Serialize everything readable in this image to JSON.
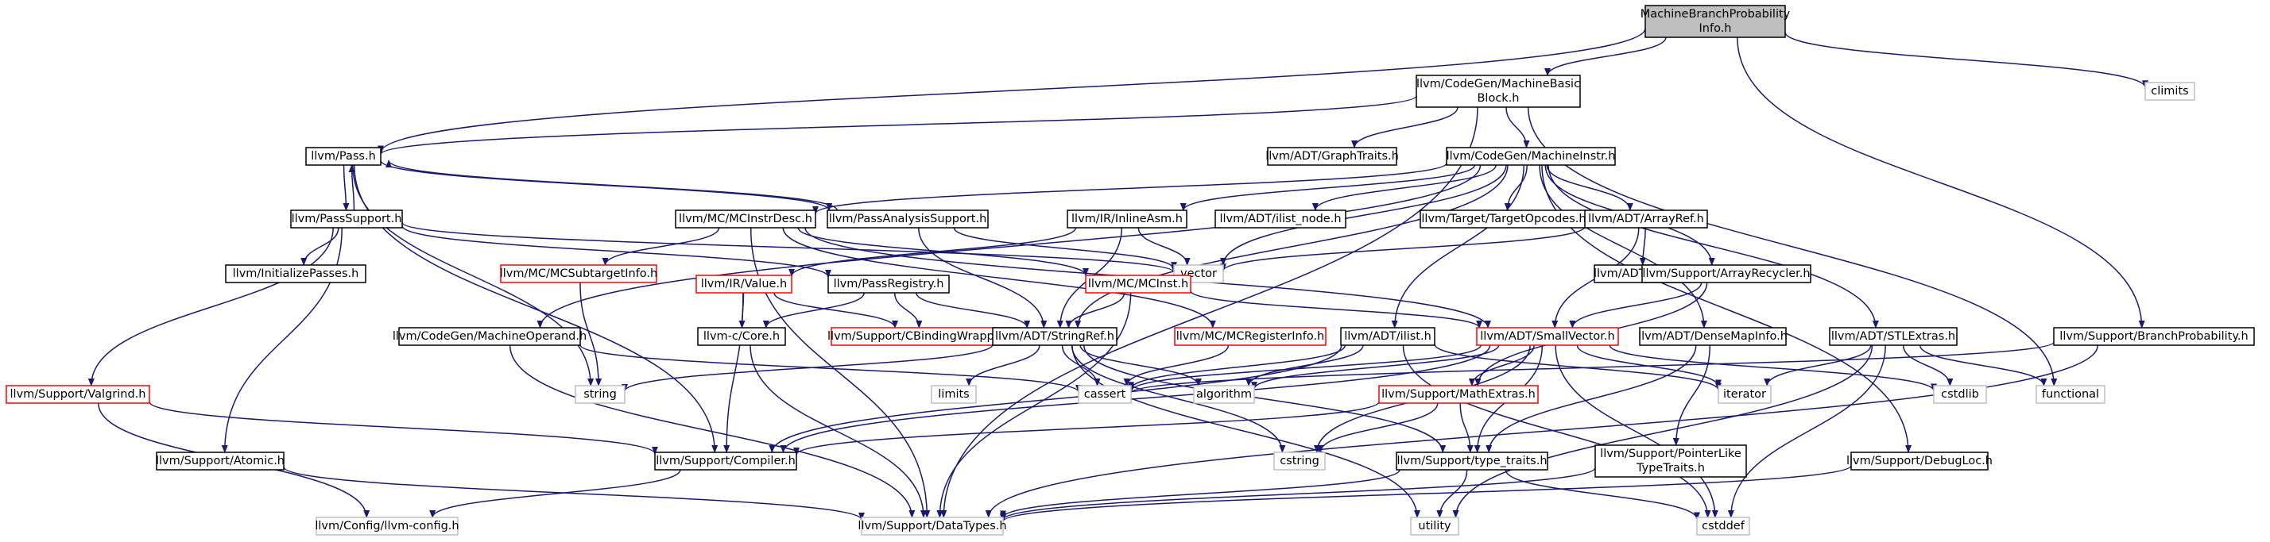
{
  "colors": {
    "edge": "#191970",
    "root_fill": "#bfbfbf",
    "normal_border": "#000000",
    "truncated_border": "#ff0000",
    "system_border": "#bfbfbf",
    "system_text": "#7f7f7f"
  },
  "graph": {
    "nodes": [
      {
        "id": "root",
        "label": "MachineBranchProbability",
        "label2": "Info.h",
        "kind": "root"
      },
      {
        "id": "climits",
        "label": "climits",
        "kind": "system"
      },
      {
        "id": "mbb",
        "label": "llvm/CodeGen/MachineBasic",
        "label2": "Block.h",
        "kind": "normal"
      },
      {
        "id": "pass",
        "label": "llvm/Pass.h",
        "kind": "normal"
      },
      {
        "id": "graphtraits",
        "label": "llvm/ADT/GraphTraits.h",
        "kind": "normal"
      },
      {
        "id": "machineinstr",
        "label": "llvm/CodeGen/MachineInstr.h",
        "kind": "normal"
      },
      {
        "id": "passsupport",
        "label": "llvm/PassSupport.h",
        "kind": "normal"
      },
      {
        "id": "mcinstrdesc",
        "label": "llvm/MC/MCInstrDesc.h",
        "kind": "normal"
      },
      {
        "id": "passanalysis",
        "label": "llvm/PassAnalysisSupport.h",
        "kind": "normal"
      },
      {
        "id": "inlineasm",
        "label": "llvm/IR/InlineAsm.h",
        "kind": "normal"
      },
      {
        "id": "ilistnode",
        "label": "llvm/ADT/ilist_node.h",
        "kind": "normal"
      },
      {
        "id": "targetopcodes",
        "label": "llvm/Target/TargetOpcodes.h",
        "kind": "normal"
      },
      {
        "id": "arrayref",
        "label": "llvm/ADT/ArrayRef.h",
        "kind": "normal"
      },
      {
        "id": "initpasses",
        "label": "llvm/InitializePasses.h",
        "kind": "normal"
      },
      {
        "id": "mcsubtarget",
        "label": "llvm/MC/MCSubtargetInfo.h",
        "kind": "truncated"
      },
      {
        "id": "vector",
        "label": "vector",
        "kind": "system"
      },
      {
        "id": "irvalue",
        "label": "llvm/IR/Value.h",
        "kind": "truncated"
      },
      {
        "id": "passregistry",
        "label": "llvm/PassRegistry.h",
        "kind": "normal"
      },
      {
        "id": "mcinst",
        "label": "llvm/MC/MCInst.h",
        "kind": "truncated"
      },
      {
        "id": "none",
        "label": "llvm/ADT/None.h",
        "kind": "normal"
      },
      {
        "id": "arrayrecycler",
        "label": "llvm/Support/ArrayRecycler.h",
        "kind": "normal"
      },
      {
        "id": "machineoperand",
        "label": "llvm/CodeGen/MachineOperand.h",
        "kind": "normal"
      },
      {
        "id": "ccore",
        "label": "llvm-c/Core.h",
        "kind": "normal"
      },
      {
        "id": "cbinding",
        "label": "llvm/Support/CBindingWrapping.h",
        "kind": "truncated"
      },
      {
        "id": "stringref",
        "label": "llvm/ADT/StringRef.h",
        "kind": "normal"
      },
      {
        "id": "mcreginfo",
        "label": "llvm/MC/MCRegisterInfo.h",
        "kind": "truncated"
      },
      {
        "id": "ilist",
        "label": "llvm/ADT/ilist.h",
        "kind": "normal"
      },
      {
        "id": "smallvector",
        "label": "llvm/ADT/SmallVector.h",
        "kind": "truncated"
      },
      {
        "id": "stlextras",
        "label": "llvm/ADT/STLExtras.h",
        "kind": "normal"
      },
      {
        "id": "branchprob",
        "label": "llvm/Support/BranchProbability.h",
        "kind": "normal"
      },
      {
        "id": "valgrind",
        "label": "llvm/Support/Valgrind.h",
        "kind": "truncated"
      },
      {
        "id": "string",
        "label": "string",
        "kind": "system"
      },
      {
        "id": "limits",
        "label": "limits",
        "kind": "system"
      },
      {
        "id": "cassert",
        "label": "cassert",
        "kind": "system"
      },
      {
        "id": "algorithm",
        "label": "algorithm",
        "kind": "system"
      },
      {
        "id": "mathextras",
        "label": "llvm/Support/MathExtras.h",
        "kind": "truncated"
      },
      {
        "id": "iterator",
        "label": "iterator",
        "kind": "system"
      },
      {
        "id": "cstdlib",
        "label": "cstdlib",
        "kind": "system"
      },
      {
        "id": "functional",
        "label": "functional",
        "kind": "system"
      },
      {
        "id": "densemapinfo",
        "label": "llvm/ADT/DenseMapInfo.h",
        "kind": "normal"
      },
      {
        "id": "atomic",
        "label": "llvm/Support/Atomic.h",
        "kind": "normal"
      },
      {
        "id": "compiler",
        "label": "llvm/Support/Compiler.h",
        "kind": "normal"
      },
      {
        "id": "cstring",
        "label": "cstring",
        "kind": "system"
      },
      {
        "id": "typetraits",
        "label": "llvm/Support/type_traits.h",
        "kind": "normal"
      },
      {
        "id": "pointerlike",
        "label": "llvm/Support/PointerLike",
        "label2": "TypeTraits.h",
        "kind": "normal"
      },
      {
        "id": "debugloc",
        "label": "llvm/Support/DebugLoc.h",
        "kind": "normal"
      },
      {
        "id": "llvmconfig",
        "label": "llvm/Config/llvm-config.h",
        "kind": "system"
      },
      {
        "id": "datatypes",
        "label": "llvm/Support/DataTypes.h",
        "kind": "system"
      },
      {
        "id": "utility",
        "label": "utility",
        "kind": "system"
      },
      {
        "id": "cstddef",
        "label": "cstddef",
        "kind": "system"
      }
    ],
    "edges": [
      [
        "root",
        "mbb"
      ],
      [
        "root",
        "climits"
      ],
      [
        "root",
        "pass"
      ],
      [
        "root",
        "branchprob"
      ],
      [
        "mbb",
        "pass"
      ],
      [
        "mbb",
        "graphtraits"
      ],
      [
        "mbb",
        "machineinstr"
      ],
      [
        "mbb",
        "datatypes"
      ],
      [
        "mbb",
        "functional"
      ],
      [
        "pass",
        "passsupport"
      ],
      [
        "pass",
        "passanalysis"
      ],
      [
        "pass",
        "string"
      ],
      [
        "pass",
        "compiler"
      ],
      [
        "passsupport",
        "pass"
      ],
      [
        "passsupport",
        "initpasses"
      ],
      [
        "passsupport",
        "passregistry"
      ],
      [
        "passsupport",
        "valgrind"
      ],
      [
        "passsupport",
        "atomic"
      ],
      [
        "passsupport",
        "vector"
      ],
      [
        "passanalysis",
        "pass"
      ],
      [
        "passanalysis",
        "stringref"
      ],
      [
        "passanalysis",
        "vector"
      ],
      [
        "machineinstr",
        "mcinstrdesc"
      ],
      [
        "machineinstr",
        "inlineasm"
      ],
      [
        "machineinstr",
        "ilistnode"
      ],
      [
        "machineinstr",
        "targetopcodes"
      ],
      [
        "machineinstr",
        "arrayref"
      ],
      [
        "machineinstr",
        "vector"
      ],
      [
        "machineinstr",
        "machineoperand"
      ],
      [
        "machineinstr",
        "stringref"
      ],
      [
        "machineinstr",
        "ilist"
      ],
      [
        "machineinstr",
        "arrayrecycler"
      ],
      [
        "machineinstr",
        "stlextras"
      ],
      [
        "machineinstr",
        "densemapinfo"
      ],
      [
        "machineinstr",
        "debugloc"
      ],
      [
        "mcinstrdesc",
        "mcsubtarget"
      ],
      [
        "mcinstrdesc",
        "mcinst"
      ],
      [
        "mcinstrdesc",
        "mcreginfo"
      ],
      [
        "mcinstrdesc",
        "datatypes"
      ],
      [
        "mcinstrdesc",
        "smallvector"
      ],
      [
        "inlineasm",
        "irvalue"
      ],
      [
        "inlineasm",
        "stringref"
      ],
      [
        "inlineasm",
        "vector"
      ],
      [
        "arrayref",
        "none"
      ],
      [
        "arrayref",
        "smallvector"
      ],
      [
        "arrayref",
        "vector"
      ],
      [
        "mcsubtarget",
        "string"
      ],
      [
        "irvalue",
        "ccore"
      ],
      [
        "irvalue",
        "cbinding"
      ],
      [
        "irvalue",
        "compiler"
      ],
      [
        "passregistry",
        "ccore"
      ],
      [
        "passregistry",
        "cbinding"
      ],
      [
        "passregistry",
        "stringref"
      ],
      [
        "mcinst",
        "stringref"
      ],
      [
        "mcinst",
        "smallvector"
      ],
      [
        "mcinst",
        "datatypes"
      ],
      [
        "arrayrecycler",
        "smallvector"
      ],
      [
        "arrayrecycler",
        "mathextras"
      ],
      [
        "machineoperand",
        "cassert"
      ],
      [
        "machineoperand",
        "datatypes"
      ],
      [
        "ccore",
        "datatypes"
      ],
      [
        "stringref",
        "string"
      ],
      [
        "stringref",
        "limits"
      ],
      [
        "stringref",
        "cassert"
      ],
      [
        "stringref",
        "algorithm"
      ],
      [
        "stringref",
        "cstring"
      ],
      [
        "stringref",
        "utility"
      ],
      [
        "stringref",
        "typetraits"
      ],
      [
        "mcreginfo",
        "cassert"
      ],
      [
        "ilist",
        "cassert"
      ],
      [
        "ilist",
        "algorithm"
      ],
      [
        "ilist",
        "iterator"
      ],
      [
        "ilist",
        "compiler"
      ],
      [
        "ilist",
        "cstddef"
      ],
      [
        "smallvector",
        "cassert"
      ],
      [
        "smallvector",
        "algorithm"
      ],
      [
        "smallvector",
        "mathextras"
      ],
      [
        "smallvector",
        "iterator"
      ],
      [
        "smallvector",
        "cstdlib"
      ],
      [
        "smallvector",
        "cstring"
      ],
      [
        "smallvector",
        "typetraits"
      ],
      [
        "smallvector",
        "cstddef"
      ],
      [
        "smallvector",
        "compiler"
      ],
      [
        "stlextras",
        "iterator"
      ],
      [
        "stlextras",
        "cstdlib"
      ],
      [
        "stlextras",
        "functional"
      ],
      [
        "stlextras",
        "utility"
      ],
      [
        "stlextras",
        "cstddef"
      ],
      [
        "branchprob",
        "datatypes"
      ],
      [
        "branchprob",
        "cassert"
      ],
      [
        "valgrind",
        "compiler"
      ],
      [
        "valgrind",
        "llvmconfig"
      ],
      [
        "mathextras",
        "compiler"
      ],
      [
        "mathextras",
        "cstring"
      ],
      [
        "mathextras",
        "typetraits"
      ],
      [
        "densemapinfo",
        "pointerlike"
      ],
      [
        "densemapinfo",
        "typetraits"
      ],
      [
        "atomic",
        "datatypes"
      ],
      [
        "compiler",
        "llvmconfig"
      ],
      [
        "typetraits",
        "datatypes"
      ],
      [
        "typetraits",
        "utility"
      ],
      [
        "typetraits",
        "cstddef"
      ],
      [
        "pointerlike",
        "datatypes"
      ],
      [
        "debugloc",
        "datatypes"
      ]
    ]
  }
}
